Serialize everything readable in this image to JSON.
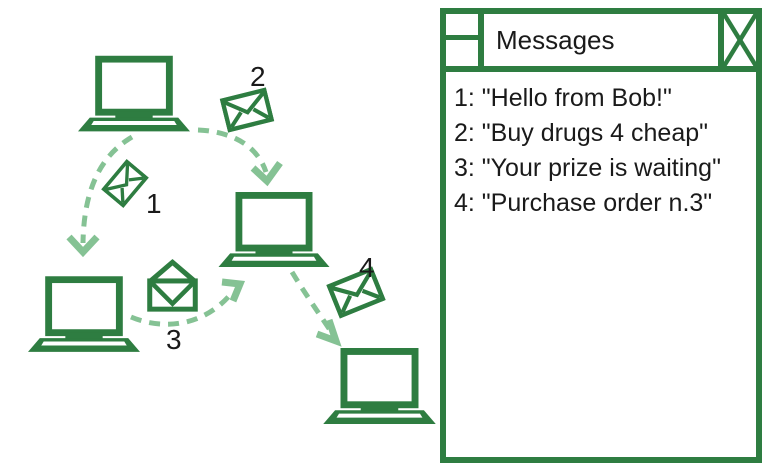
{
  "diagram": {
    "envelope_labels": [
      "1",
      "2",
      "3",
      "4"
    ],
    "icons": {
      "node": "laptop-icon",
      "message_closed": "envelope-icon",
      "message_open": "open-envelope-icon"
    }
  },
  "window": {
    "title": "Messages",
    "icons": {
      "left_control": "menu-box-icon",
      "right_control": "close-x-icon"
    },
    "messages": [
      "1: \"Hello from Bob!\"",
      "2: \"Buy drugs 4 cheap\"",
      "3: \"Your prize is waiting\"",
      "4: \"Purchase order n.3\""
    ]
  },
  "colors": {
    "dark_green": "#2e7d41",
    "light_green": "#85c294",
    "text": "#1a1a1a"
  }
}
